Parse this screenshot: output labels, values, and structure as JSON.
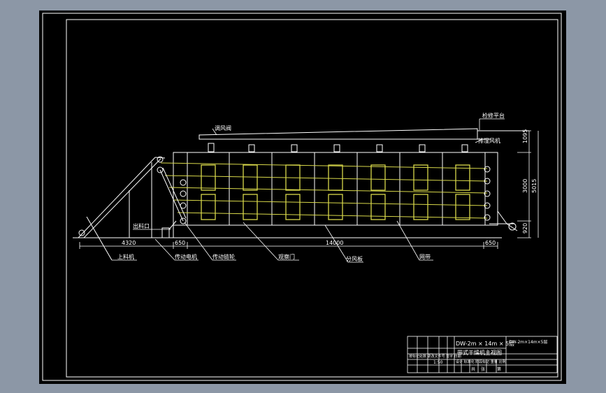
{
  "colors": {
    "app_background": "#8c97a6",
    "paper": "#000000",
    "line": "#ffffff",
    "yellow": "#d8d84a"
  },
  "drawing": {
    "callouts": {
      "lifter": "上料机",
      "drive_motor": "传动电机",
      "drive_sprocket": "传动链轮",
      "viewing_door": "观察门",
      "air_box": "分风板",
      "mesh_belt": "网带",
      "outlet_fan": "排湿风机",
      "feed_hopper": "出料口",
      "tuyere": "调风阀",
      "top_platform": "检修平台"
    },
    "dimensions": {
      "left_length": "4320",
      "left_gap": "650",
      "main_length": "14000",
      "right_gap": "650",
      "height_top": "1095",
      "height_mid": "3000",
      "height_total": "5015",
      "height_bottom": "920"
    }
  },
  "title_block": {
    "title_line1": "DW-2m × 14m × 5层",
    "title_line2": "带式干燥机主视图",
    "side_code": "DW-2m×14m×5层",
    "left_caption": "按标记处数  更改文件号  签字  日期",
    "row_labels": "设计  标准化  阶段标记  重量  比例",
    "scale": "1:50",
    "sheet_a": "共",
    "sheet_b": "张",
    "sheet_c": "第"
  }
}
